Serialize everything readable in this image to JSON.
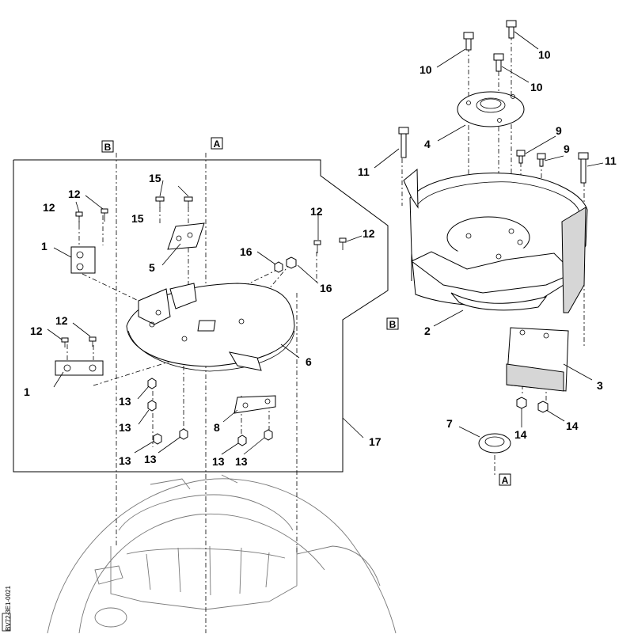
{
  "diagram": {
    "callouts": {
      "c1a": "1",
      "c1b": "1",
      "c2": "2",
      "c3": "3",
      "c4": "4",
      "c5": "5",
      "c6": "6",
      "c7": "7",
      "c8": "8",
      "c9a": "9",
      "c9b": "9",
      "c10a": "10",
      "c10b": "10",
      "c10c": "10",
      "c11a": "11",
      "c11b": "11",
      "c12a": "12",
      "c12b": "12",
      "c12c": "12",
      "c12d": "12",
      "c12e": "12",
      "c12f": "12",
      "c13a": "13",
      "c13b": "13",
      "c13c": "13",
      "c13d": "13",
      "c13e": "13",
      "c13f": "13",
      "c14a": "14",
      "c14b": "14",
      "c15a": "15",
      "c15b": "15",
      "c16a": "16",
      "c16b": "16",
      "c17": "17"
    },
    "references": {
      "b_top": "B",
      "a_top": "A",
      "b_side": "B",
      "a_bottom": "A"
    },
    "drawing_code": "BV72-3E1-0021"
  }
}
